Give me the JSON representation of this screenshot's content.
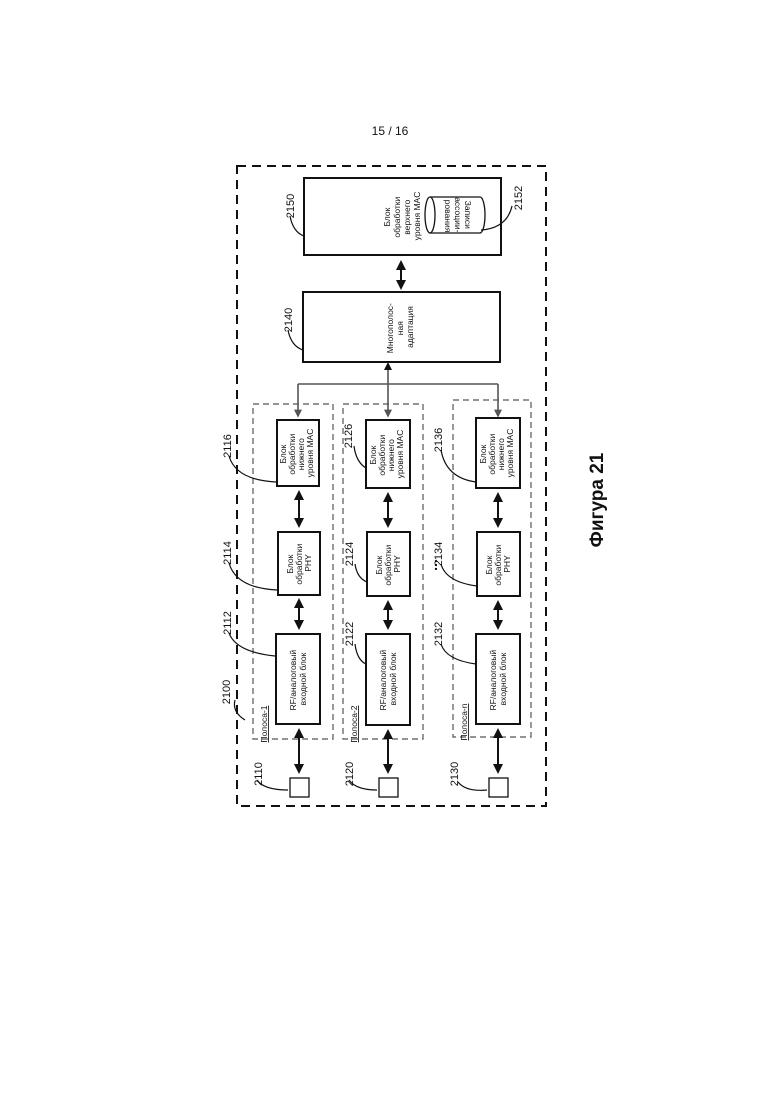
{
  "page_number": "15 / 16",
  "figure_caption": "Фигура 21",
  "device": {
    "ref": "2100"
  },
  "top": {
    "adaptation": {
      "ref": "2140",
      "label": [
        "Многополос-",
        "ная",
        "адаптация"
      ]
    },
    "upper_mac": {
      "ref": "2150",
      "label": [
        "Блок",
        "обработки",
        "верхнего",
        "уровня MAC"
      ]
    },
    "records": {
      "ref": "2152",
      "label": [
        "Записи",
        "ассоции-",
        "рования"
      ]
    }
  },
  "bands": [
    {
      "band_label": "Полоса-1",
      "antenna_ref": "2110",
      "rf": {
        "ref": "2112",
        "label": [
          "RF/аналоговый",
          "входной блок"
        ]
      },
      "phy": {
        "ref": "2114",
        "label": [
          "Блок",
          "обработки",
          "PHY"
        ]
      },
      "mac": {
        "ref": "2116",
        "label": [
          "Блок",
          "обработки",
          "нижнего",
          "уровня MAC"
        ]
      }
    },
    {
      "band_label": "Полоса-2",
      "antenna_ref": "2120",
      "rf": {
        "ref": "2122",
        "label": [
          "RF/аналоговый",
          "входной блок"
        ]
      },
      "phy": {
        "ref": "2124",
        "label": [
          "Блок",
          "обработки",
          "PHY"
        ]
      },
      "mac": {
        "ref": "2126",
        "label": [
          "Блок",
          "обработки",
          "нижнего",
          "уровня MAC"
        ]
      }
    },
    {
      "band_label": "Полоса-n",
      "antenna_ref": "2130",
      "rf": {
        "ref": "2132",
        "label": [
          "RF/аналоговый",
          "входной блок"
        ]
      },
      "phy": {
        "ref": "2134",
        "label": [
          "Блок",
          "обработки",
          "PHY"
        ]
      },
      "mac": {
        "ref": "2136",
        "label": [
          "Блок",
          "обработки",
          "нижнего",
          "уровня MAC"
        ]
      }
    }
  ],
  "ellipsis": "..."
}
